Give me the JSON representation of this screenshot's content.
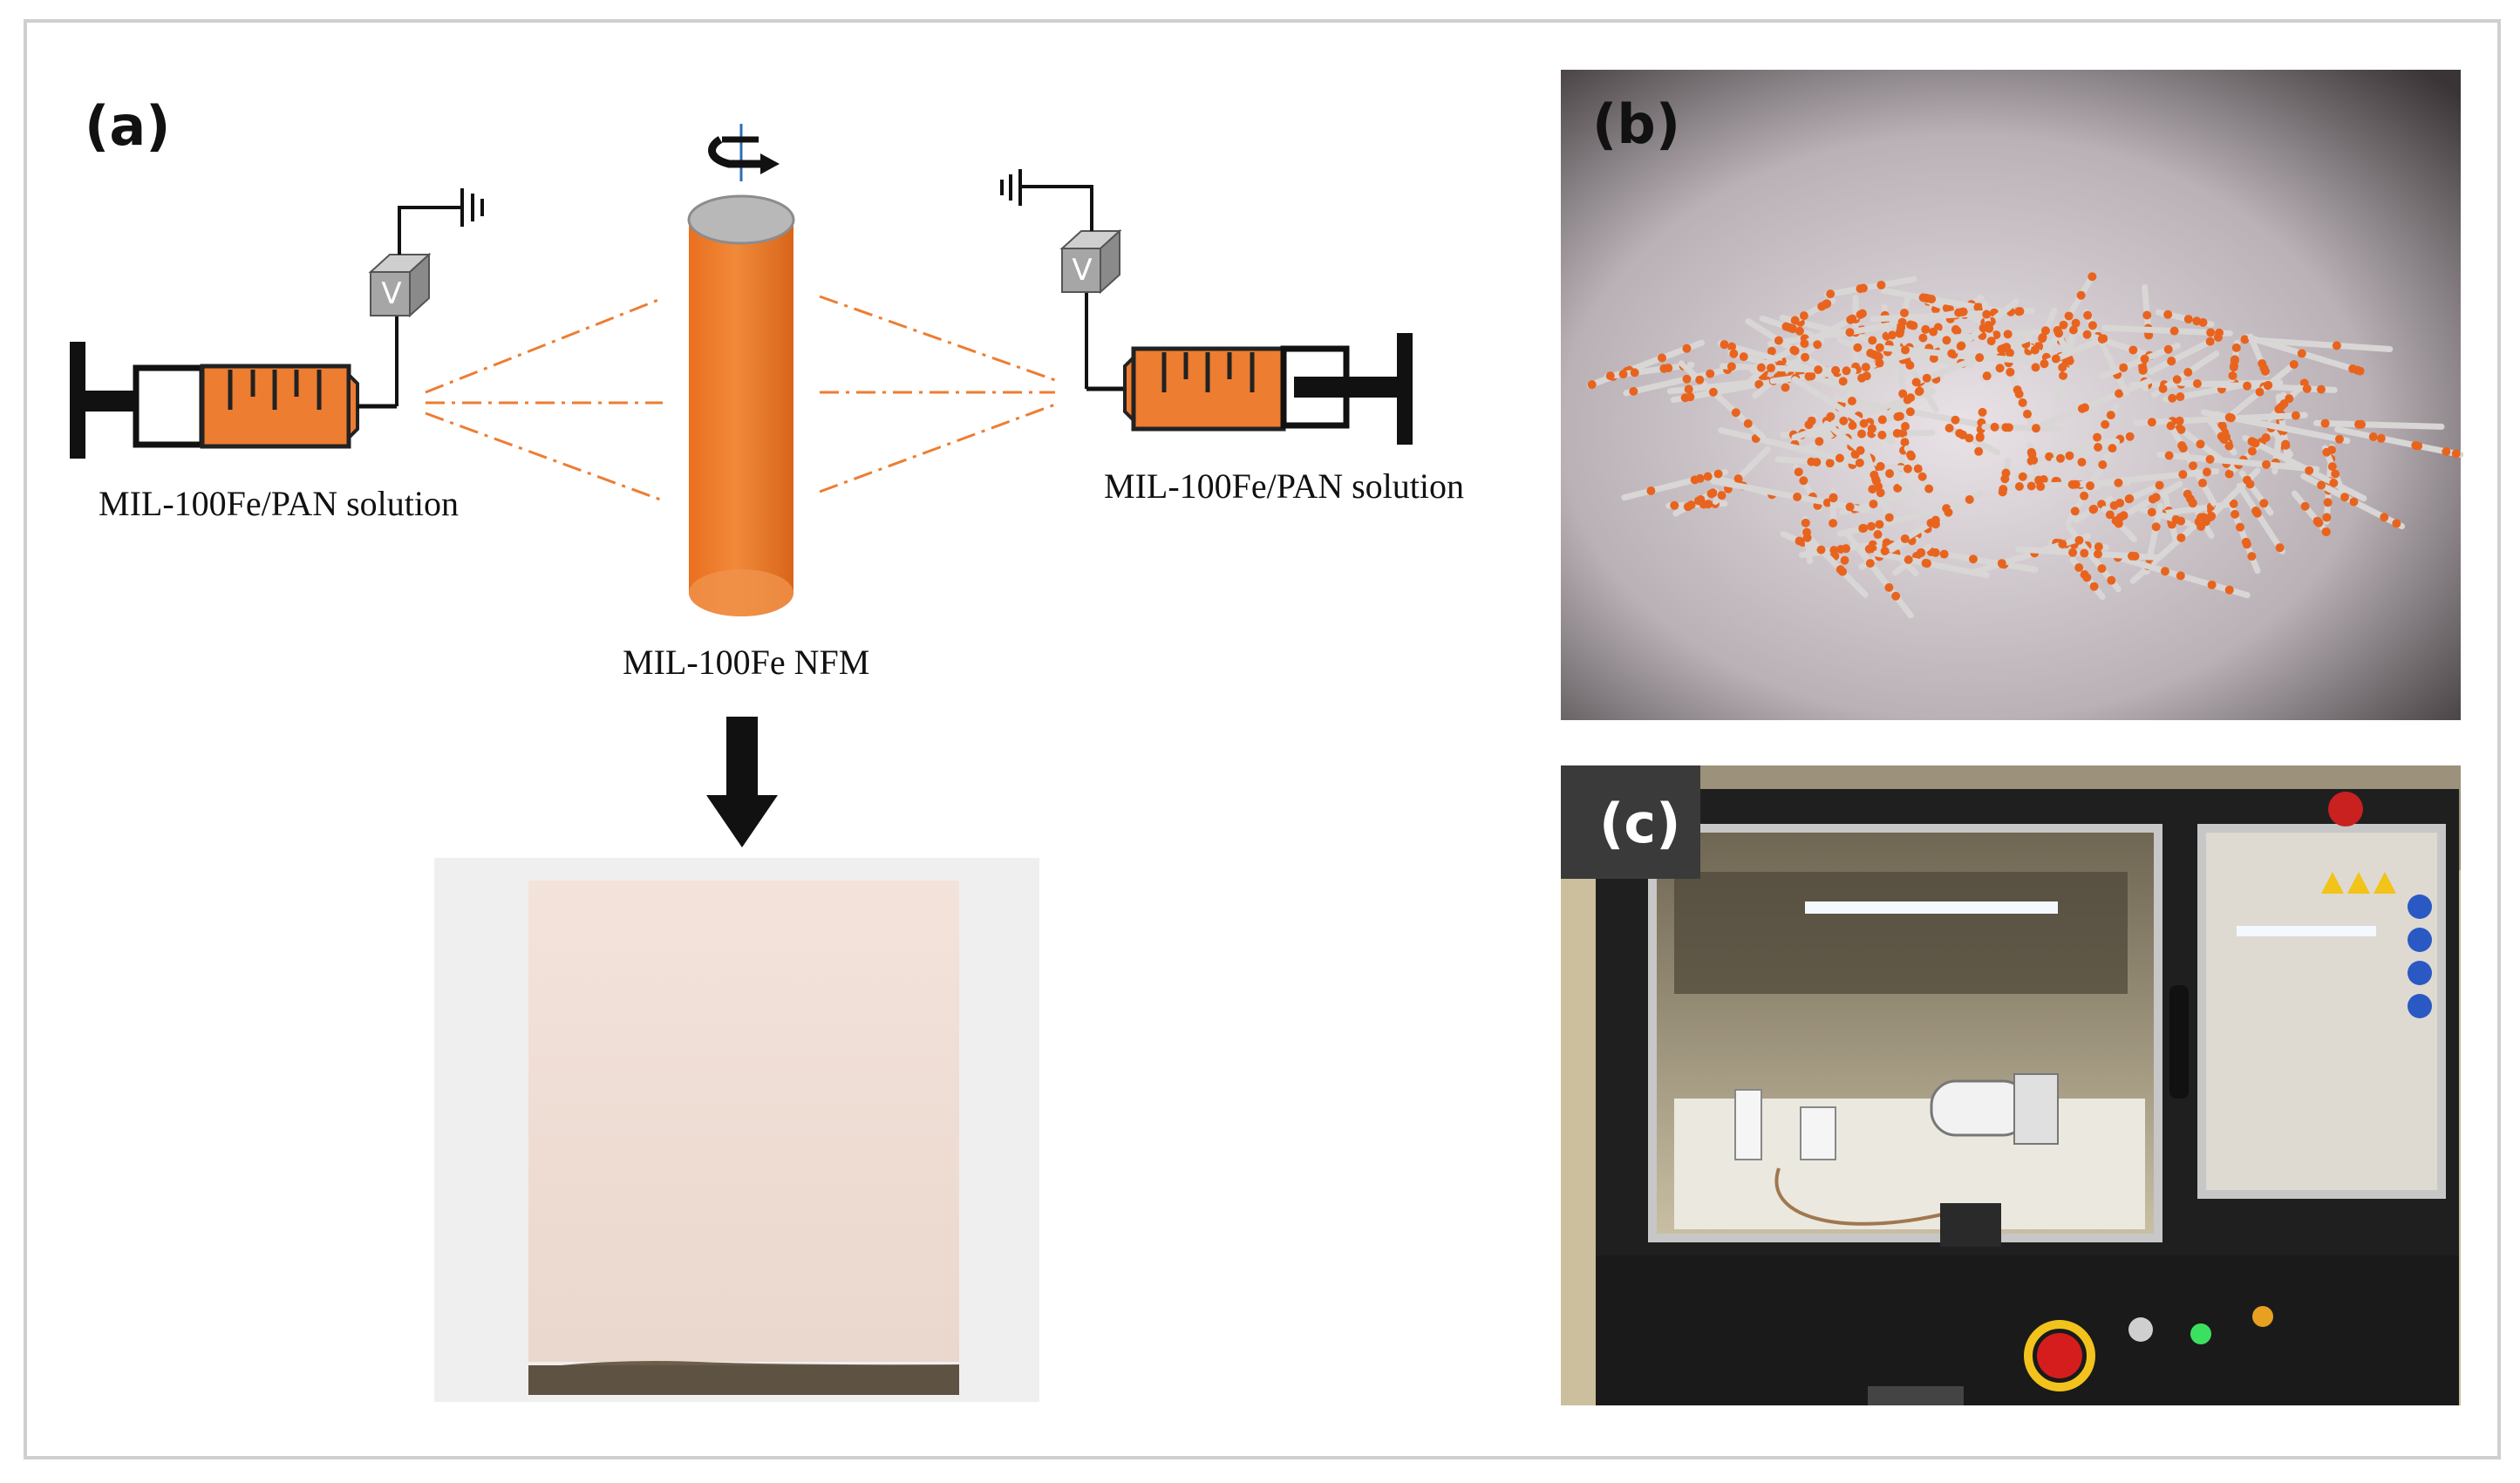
{
  "panel_a": {
    "label": "(a)",
    "left_solution_label": "MIL-100Fe/PAN solution",
    "right_solution_label": "MIL-100Fe/PAN solution",
    "collector_label": "MIL-100Fe NFM",
    "voltage_symbol": "V"
  },
  "panel_b": {
    "label": "(b)"
  },
  "panel_c": {
    "label": "(c)"
  },
  "colors": {
    "accent_orange": "#ed7d31",
    "frame_border": "#cfcfcf",
    "voltage_box": "#a6a6a6"
  }
}
